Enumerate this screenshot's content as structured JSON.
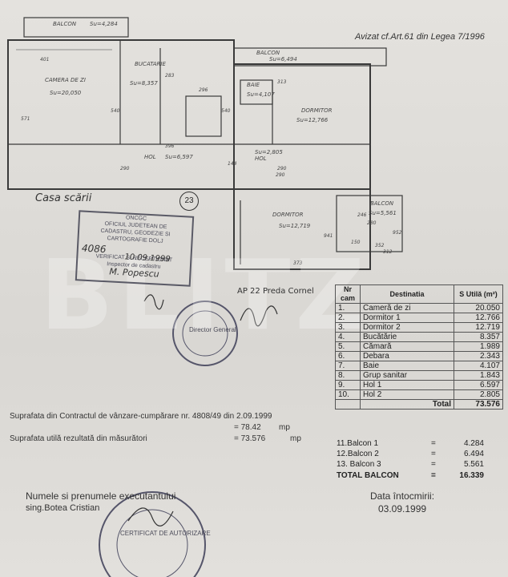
{
  "header": {
    "avizat": "Avizat cf.Art.61 din Legea 7/1996"
  },
  "plan": {
    "stair_label": "Casa scării",
    "unit_number": "23",
    "apartment_note": "AP 22 Preda Cornel",
    "rooms": [
      {
        "label": "CAMERA DE ZI",
        "area": "Su=20,050"
      },
      {
        "label": "BUCATARIE",
        "area": "Su=8,357"
      },
      {
        "label": "BAIE",
        "area": "Su=4,107"
      },
      {
        "label": "DORMITOR",
        "area": "Su=12,766"
      },
      {
        "label": "HOL",
        "area": "Su=6,597"
      },
      {
        "label": "HOL",
        "area": "Su=2,805"
      },
      {
        "label": "DORMITOR",
        "area": "Su=12,719"
      },
      {
        "label": "BALCON",
        "area": "Su=4,284"
      },
      {
        "label": "BALCON",
        "area": "Su=6,494"
      },
      {
        "label": "BALCON",
        "area": "Su=5,561"
      }
    ],
    "dims": [
      "401",
      "283",
      "296",
      "571",
      "540",
      "396",
      "290",
      "290",
      "144",
      "313",
      "540",
      "941",
      "373",
      "952",
      "312",
      "290",
      "246",
      "352",
      "150",
      "280"
    ]
  },
  "stamp": {
    "lines": [
      "ONCGC",
      "OFICIUL JUDETEAN DE",
      "CADASTRU, GEODEZIE SI",
      "CARTOGRAFIE DOLJ",
      "VERIFICAT SI RECEPTIONAT",
      "Inspector de cadastru"
    ],
    "registration": "4086",
    "date": "10.09.1999",
    "signature": "M. Popescu",
    "round_text": "Director General"
  },
  "table": {
    "headers": [
      "Nr cam",
      "Destinatia",
      "S Utilă (m²)"
    ],
    "rows": [
      {
        "nr": "1.",
        "name": "Cameră de zi",
        "value": "20.050"
      },
      {
        "nr": "2.",
        "name": "Dormitor 1",
        "value": "12.766"
      },
      {
        "nr": "3.",
        "name": "Dormitor 2",
        "value": "12.719"
      },
      {
        "nr": "4.",
        "name": "Bucătărie",
        "value": "8.357"
      },
      {
        "nr": "5.",
        "name": "Cămară",
        "value": "1.989"
      },
      {
        "nr": "6.",
        "name": "Debara",
        "value": "2.343"
      },
      {
        "nr": "7.",
        "name": "Baie",
        "value": "4.107"
      },
      {
        "nr": "8.",
        "name": "Grup sanitar",
        "value": "1.843"
      },
      {
        "nr": "9.",
        "name": "Hol 1",
        "value": "6.597"
      },
      {
        "nr": "10.",
        "name": "Hol 2",
        "value": "2.805"
      }
    ],
    "total_label": "Total",
    "total_value": "73.576"
  },
  "balconies": [
    {
      "name": "11.Balcon 1",
      "eq": "=",
      "value": "4.284"
    },
    {
      "name": "12.Balcon 2",
      "eq": "=",
      "value": "6.494"
    },
    {
      "name": "13. Balcon 3",
      "eq": "=",
      "value": "5.561"
    }
  ],
  "balcony_total": {
    "name": "TOTAL BALCON",
    "eq": "=",
    "value": "16.339"
  },
  "surfaces": {
    "contract_label": "Suprafata din Contractul de vânzare-cumpărare nr.  4808/49  din  2.09.1999",
    "contract_value": "= 78.42",
    "contract_unit": "mp",
    "measured_label": "Suprafata utilă  rezultată din măsurători",
    "measured_value": "= 73.576",
    "measured_unit": "mp"
  },
  "footer": {
    "names_label": "Numele si prenumele executantului",
    "executor": "sing.Botea Cristian",
    "date_label": "Data întocmirii:",
    "date_value": "03.09.1999",
    "certificate": "CERTIFICAT DE AUTORIZARE"
  },
  "watermark": "BLITZ"
}
